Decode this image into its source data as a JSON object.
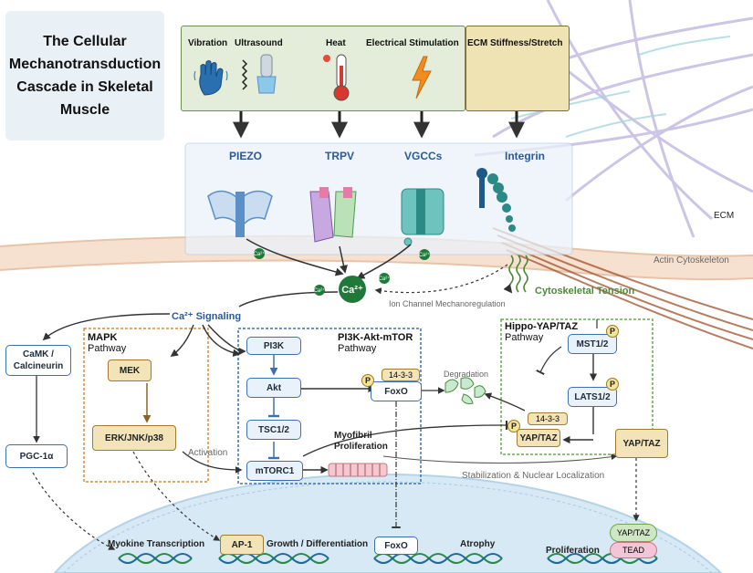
{
  "title": "The Cellular\nMechanotransduction\nCascade  in Skeletal\nMuscle",
  "stimuli": {
    "vibration": "Vibration",
    "ultrasound": "Ultrasound",
    "heat": "Heat",
    "electrical": "Electrical Stimulation",
    "ecm": "ECM Stiffness/Stretch"
  },
  "channels": {
    "piezo": "PIEZO",
    "trpv": "TRPV",
    "vgcc": "VGCCs",
    "integrin": "Integrin"
  },
  "labels": {
    "ecm": "ECM",
    "actin": "Actin Cytoskeleton",
    "ca2": "Ca²⁺",
    "ca_small": "Ca²⁺",
    "ion_channel": "Ion Channel Mechanoregulation",
    "cyto_tension": "Cytoskeletal Tension",
    "ca_signaling": "Ca²⁺ Signaling",
    "degradation": "Degradation",
    "activation": "Activation",
    "myofibril": "Myofibril\nProliferation",
    "stabilization": "Stabilization & Nuclear Localization",
    "myokine": "Myokine Transcription",
    "growth": "Growth / Differentiation",
    "atrophy": "Atrophy",
    "proliferation": "Proliferation"
  },
  "pathways": {
    "mapk": {
      "title": "MAPK",
      "sub": "Pathway"
    },
    "pi3k": {
      "title": "PI3K-Akt-mTOR",
      "sub": "Pathway"
    },
    "hippo": {
      "title": "Hippo-YAP/TAZ",
      "sub": "Pathway"
    }
  },
  "nodes": {
    "camk": "CaMK /\nCalcineurin",
    "pgc": "PGC-1α",
    "mek": "MEK",
    "erk": "ERK/JNK/p38",
    "pi3k": "PI3K",
    "akt": "Akt",
    "tsc": "TSC1/2",
    "mtorc1": "mTORC1",
    "foxo": "FoxO",
    "tag1433": "14-3-3",
    "mst": "MST1/2",
    "lats": "LATS1/2",
    "yaptaz_cyto": "YAP/TAZ",
    "yaptaz_free": "YAP/TAZ",
    "ap1": "AP-1",
    "foxo_nuc": "FoxO",
    "yaptaz_nuc": "YAP/TAZ",
    "tead": "TEAD",
    "p": "P"
  },
  "colors": {
    "membrane_blue": "#3b71b3",
    "calcium_green": "#1f7a3a",
    "mapk_orange": "#d98a3a",
    "hippo_green": "#6aa84f",
    "ecm_purple": "#a99bd0"
  }
}
